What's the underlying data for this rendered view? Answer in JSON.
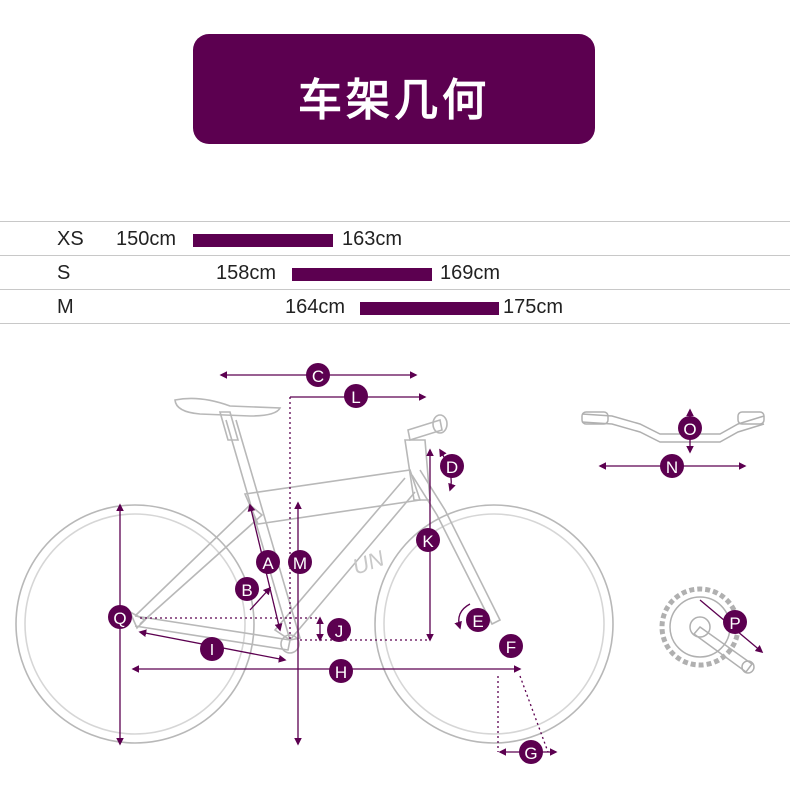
{
  "title": "车架几何",
  "colors": {
    "brand": "#5c0050",
    "frame_line": "#b8b8b8",
    "axis_line": "#6a4a66"
  },
  "sizes": [
    {
      "label": "XS",
      "min": "150cm",
      "max": "163cm"
    },
    {
      "label": "S",
      "min": "158cm",
      "max": "169cm"
    },
    {
      "label": "M",
      "min": "164cm",
      "max": "175cm"
    }
  ],
  "markers": {
    "A": "A",
    "B": "B",
    "C": "C",
    "D": "D",
    "E": "E",
    "F": "F",
    "G": "G",
    "H": "H",
    "I": "I",
    "J": "J",
    "K": "K",
    "L": "L",
    "M": "M",
    "N": "N",
    "O": "O",
    "P": "P",
    "Q": "Q"
  },
  "logo_text": "UN"
}
